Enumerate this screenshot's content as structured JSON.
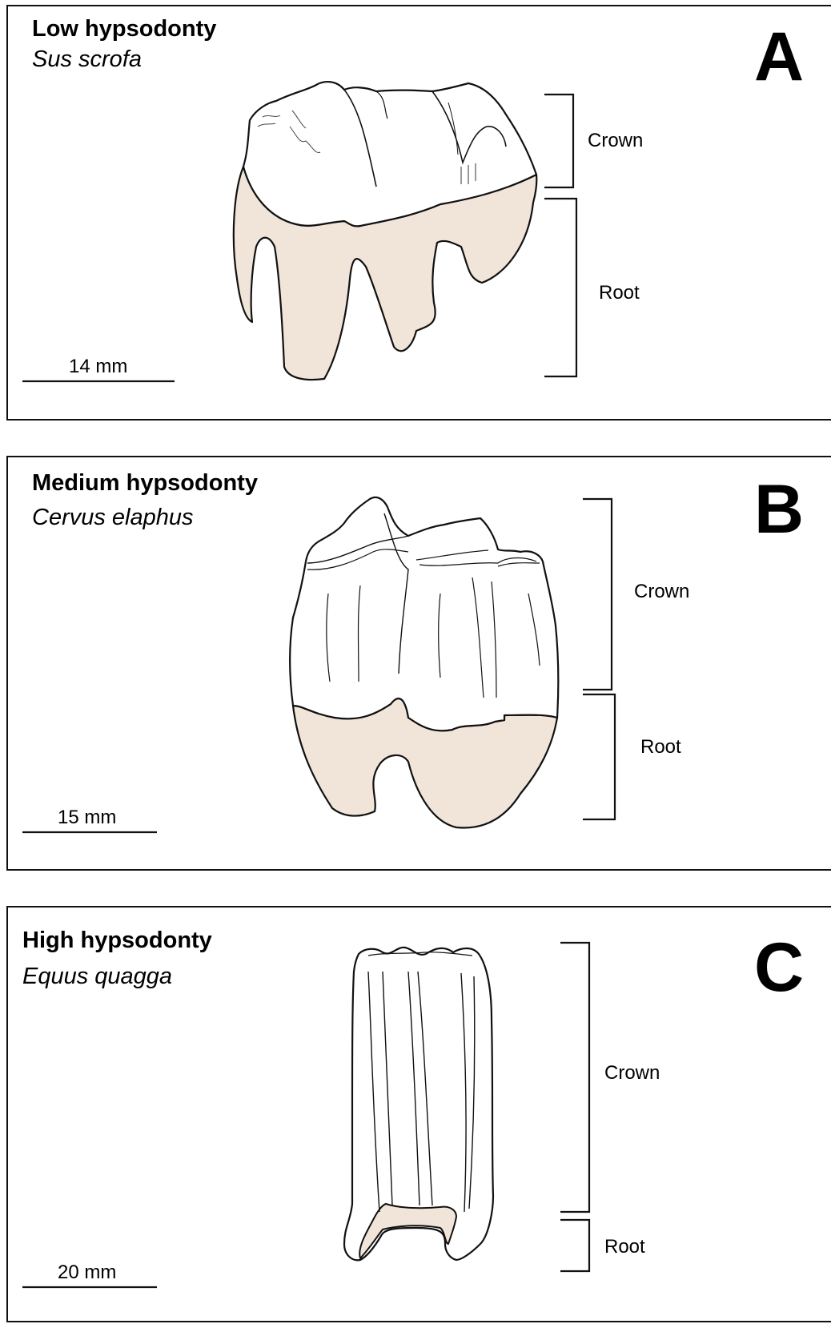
{
  "panels": [
    {
      "letter": "A",
      "title": "Low hypsodonty",
      "species": "Sus scrofa",
      "crown_label": "Crown",
      "root_label": "Root",
      "scale_label": "14 mm"
    },
    {
      "letter": "B",
      "title": "Medium hypsodonty",
      "species": "Cervus elaphus",
      "crown_label": "Crown",
      "root_label": "Root",
      "scale_label": "15 mm"
    },
    {
      "letter": "C",
      "title": "High hypsodonty",
      "species": "Equus quagga",
      "crown_label": "Crown",
      "root_label": "Root",
      "scale_label": "20 mm"
    }
  ],
  "colors": {
    "root_fill": "#f1e5da",
    "crown_fill": "#ffffff",
    "outline": "#111111",
    "border": "#111111"
  }
}
